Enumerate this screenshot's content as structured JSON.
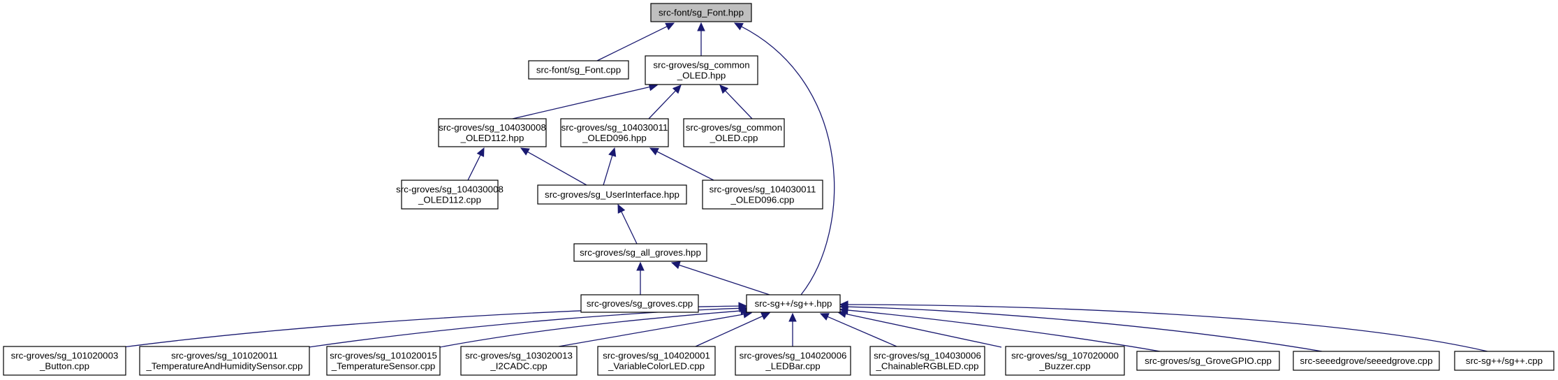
{
  "graph": {
    "type": "include-dependency-graph",
    "root": "src-font/sg_Font.hpp",
    "colors": {
      "edge": "#191970",
      "root_fill": "#bfbfbf",
      "node_fill": "#ffffff",
      "node_border": "#000000"
    },
    "nodes": [
      {
        "id": "font_hpp",
        "lines": [
          "src-font/sg_Font.hpp"
        ],
        "root": true
      },
      {
        "id": "font_cpp",
        "lines": [
          "src-font/sg_Font.cpp"
        ]
      },
      {
        "id": "common_oled_hpp",
        "lines": [
          "src-groves/sg_common",
          "_OLED.hpp"
        ]
      },
      {
        "id": "oled112_hpp",
        "lines": [
          "src-groves/sg_104030008",
          "_OLED112.hpp"
        ]
      },
      {
        "id": "oled096_hpp",
        "lines": [
          "src-groves/sg_104030011",
          "_OLED096.hpp"
        ]
      },
      {
        "id": "common_oled_cpp",
        "lines": [
          "src-groves/sg_common",
          "_OLED.cpp"
        ]
      },
      {
        "id": "oled112_cpp",
        "lines": [
          "src-groves/sg_104030008",
          "_OLED112.cpp"
        ]
      },
      {
        "id": "userinterface_hpp",
        "lines": [
          "src-groves/sg_UserInterface.hpp"
        ]
      },
      {
        "id": "oled096_cpp",
        "lines": [
          "src-groves/sg_104030011",
          "_OLED096.cpp"
        ]
      },
      {
        "id": "all_groves_hpp",
        "lines": [
          "src-groves/sg_all_groves.hpp"
        ]
      },
      {
        "id": "groves_cpp",
        "lines": [
          "src-groves/sg_groves.cpp"
        ]
      },
      {
        "id": "sgpp_hpp",
        "lines": [
          "src-sg++/sg++.hpp"
        ]
      },
      {
        "id": "button_cpp",
        "lines": [
          "src-groves/sg_101020003",
          "_Button.cpp"
        ]
      },
      {
        "id": "temphum_cpp",
        "lines": [
          "src-groves/sg_101020011",
          "_TemperatureAndHumiditySensor.cpp"
        ]
      },
      {
        "id": "tempsensor_cpp",
        "lines": [
          "src-groves/sg_101020015",
          "_TemperatureSensor.cpp"
        ]
      },
      {
        "id": "i2cadc_cpp",
        "lines": [
          "src-groves/sg_103020013",
          "_I2CADC.cpp"
        ]
      },
      {
        "id": "varcolorled_cpp",
        "lines": [
          "src-groves/sg_104020001",
          "_VariableColorLED.cpp"
        ]
      },
      {
        "id": "ledbar_cpp",
        "lines": [
          "src-groves/sg_104020006",
          "_LEDBar.cpp"
        ]
      },
      {
        "id": "chainrgb_cpp",
        "lines": [
          "src-groves/sg_104030006",
          "_ChainableRGBLED.cpp"
        ]
      },
      {
        "id": "buzzer_cpp",
        "lines": [
          "src-groves/sg_107020000",
          "_Buzzer.cpp"
        ]
      },
      {
        "id": "grovegpio_cpp",
        "lines": [
          "src-groves/sg_GroveGPIO.cpp"
        ]
      },
      {
        "id": "seeedgrove_cpp",
        "lines": [
          "src-seeedgrove/seeedgrove.cpp"
        ]
      },
      {
        "id": "sgpp_cpp",
        "lines": [
          "src-sg++/sg++.cpp"
        ]
      }
    ],
    "edges": [
      {
        "from": "font_cpp",
        "to": "font_hpp"
      },
      {
        "from": "common_oled_hpp",
        "to": "font_hpp"
      },
      {
        "from": "sgpp_hpp",
        "to": "font_hpp"
      },
      {
        "from": "oled112_hpp",
        "to": "common_oled_hpp"
      },
      {
        "from": "oled096_hpp",
        "to": "common_oled_hpp"
      },
      {
        "from": "common_oled_cpp",
        "to": "common_oled_hpp"
      },
      {
        "from": "oled112_cpp",
        "to": "oled112_hpp"
      },
      {
        "from": "userinterface_hpp",
        "to": "oled112_hpp"
      },
      {
        "from": "userinterface_hpp",
        "to": "oled096_hpp"
      },
      {
        "from": "oled096_cpp",
        "to": "oled096_hpp"
      },
      {
        "from": "all_groves_hpp",
        "to": "userinterface_hpp"
      },
      {
        "from": "groves_cpp",
        "to": "all_groves_hpp"
      },
      {
        "from": "sgpp_hpp",
        "to": "all_groves_hpp"
      },
      {
        "from": "button_cpp",
        "to": "sgpp_hpp"
      },
      {
        "from": "temphum_cpp",
        "to": "sgpp_hpp"
      },
      {
        "from": "tempsensor_cpp",
        "to": "sgpp_hpp"
      },
      {
        "from": "i2cadc_cpp",
        "to": "sgpp_hpp"
      },
      {
        "from": "varcolorled_cpp",
        "to": "sgpp_hpp"
      },
      {
        "from": "ledbar_cpp",
        "to": "sgpp_hpp"
      },
      {
        "from": "chainrgb_cpp",
        "to": "sgpp_hpp"
      },
      {
        "from": "buzzer_cpp",
        "to": "sgpp_hpp"
      },
      {
        "from": "grovegpio_cpp",
        "to": "sgpp_hpp"
      },
      {
        "from": "seeedgrove_cpp",
        "to": "sgpp_hpp"
      },
      {
        "from": "sgpp_cpp",
        "to": "sgpp_hpp"
      }
    ]
  }
}
